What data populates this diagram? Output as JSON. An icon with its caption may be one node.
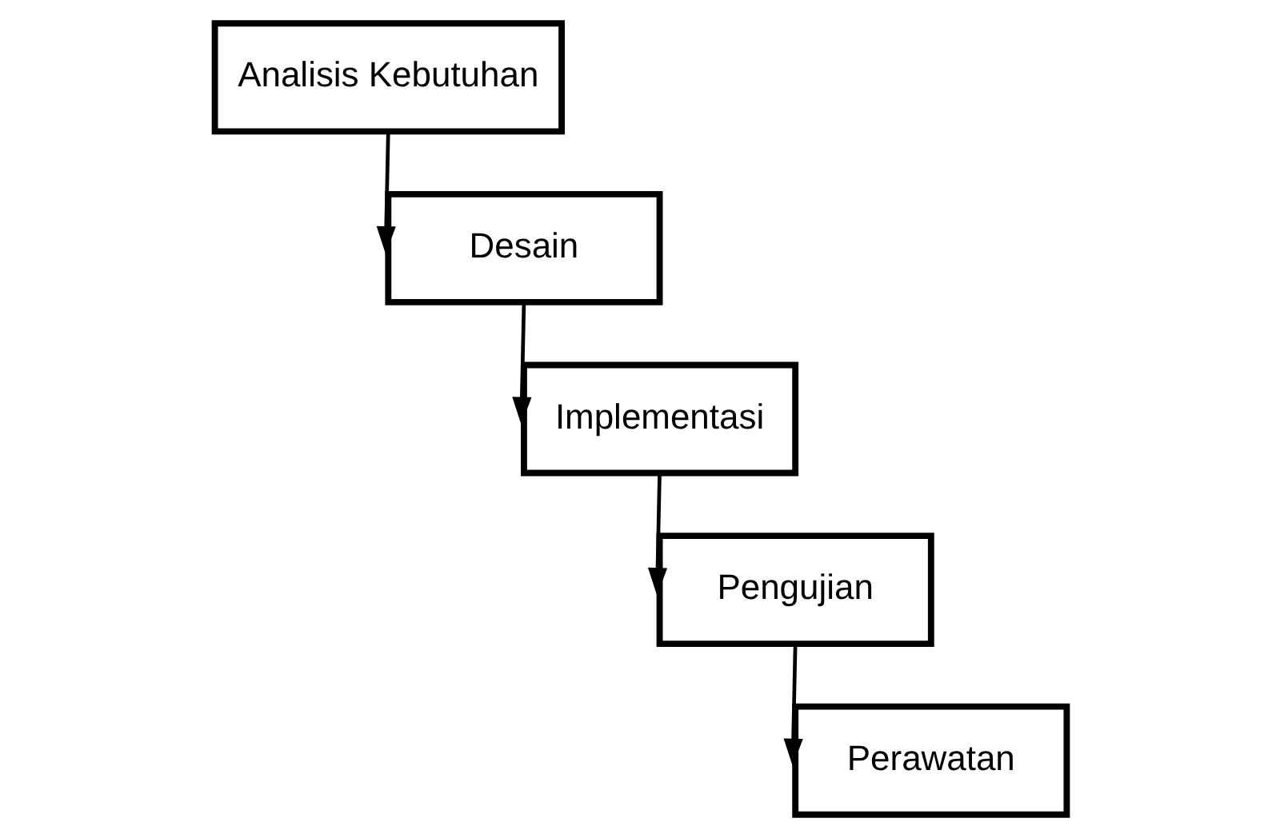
{
  "diagram": {
    "nodes": [
      {
        "text": [
          "Analisis Kebutuhan"
        ]
      },
      {
        "text": [
          "Desain"
        ]
      },
      {
        "text": [
          "Implementasi"
        ]
      },
      {
        "text": [
          "Pengujian"
        ]
      },
      {
        "text": [
          "Perawatan"
        ]
      }
    ],
    "edges": [
      {
        "from": 0,
        "to": 1,
        "arrow": "to"
      },
      {
        "from": 1,
        "to": 2,
        "arrow": "to"
      },
      {
        "from": 2,
        "to": 3,
        "arrow": "to"
      },
      {
        "from": 3,
        "to": 4,
        "arrow": "to"
      }
    ]
  }
}
